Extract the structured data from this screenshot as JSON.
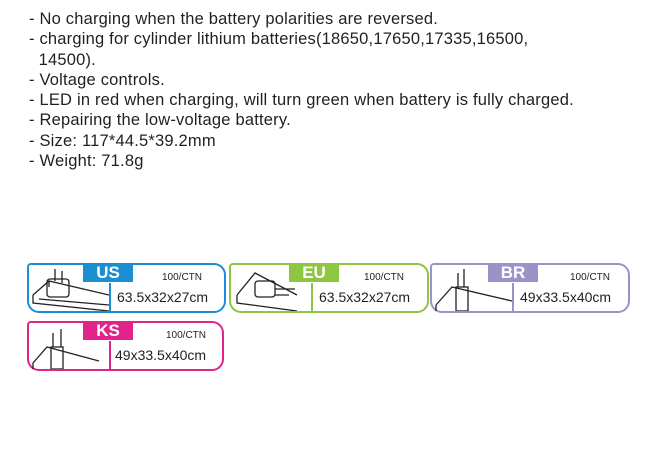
{
  "features": [
    "- No charging when the battery polarities are reversed.",
    "- charging for cylinder lithium batteries(18650,17650,17335,16500,",
    "  14500).",
    "- Voltage controls.",
    "- LED in red when charging, will turn green when battery is fully charged.",
    "- Repairing the low-voltage battery.",
    "- Size: 117*44.5*39.2mm",
    "- Weight: 71.8g"
  ],
  "plugs": [
    {
      "tag": "US",
      "qty": "100/CTN",
      "dims": "63.5x32x27cm",
      "color": "#1b8fd2"
    },
    {
      "tag": "EU",
      "qty": "100/CTN",
      "dims": "63.5x32x27cm",
      "color": "#8dc641"
    },
    {
      "tag": "BR",
      "qty": "100/CTN",
      "dims": "49x33.5x40cm",
      "color": "#9d92c7"
    },
    {
      "tag": "KS",
      "qty": "100/CTN",
      "dims": "49x33.5x40cm",
      "color": "#e0248b"
    }
  ]
}
